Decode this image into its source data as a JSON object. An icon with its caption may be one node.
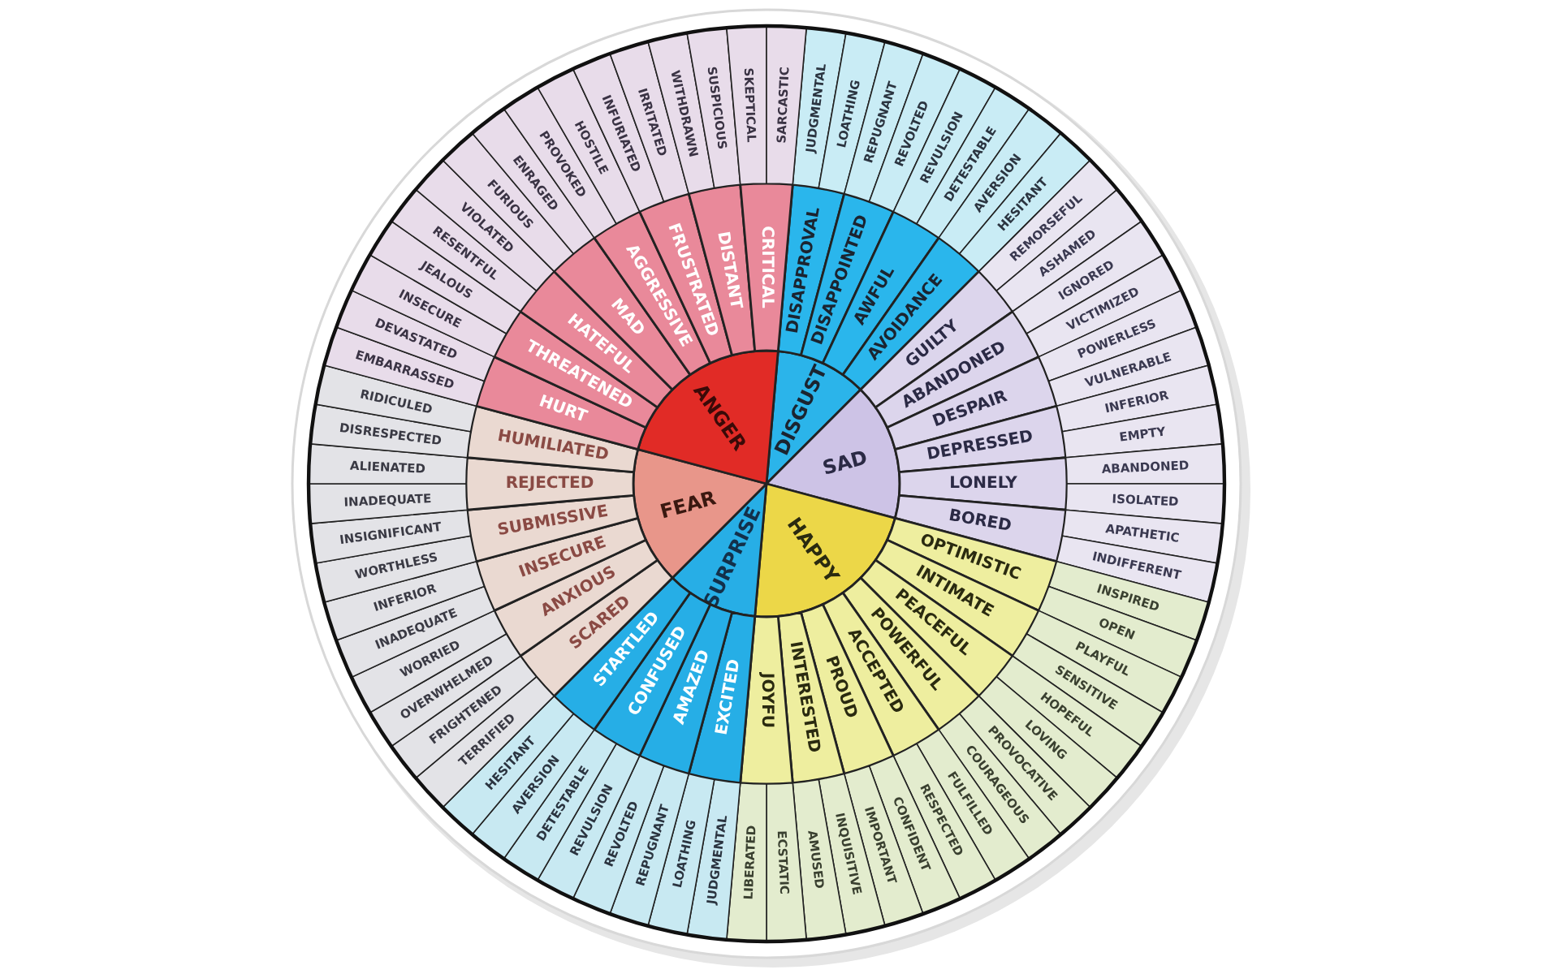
{
  "diagram": {
    "nodes": [
      {
        "text": [
          "DISGUST"
        ]
      },
      {
        "text": [
          "SAD"
        ]
      },
      {
        "text": [
          "HAPPY"
        ]
      },
      {
        "text": [
          "SURPRISE"
        ]
      },
      {
        "text": [
          "FEAR"
        ]
      },
      {
        "text": [
          "ANGER"
        ]
      },
      {
        "text": [
          "DISAPPROVAL"
        ]
      },
      {
        "text": [
          "DISAPPOINTED"
        ]
      },
      {
        "text": [
          "AWFUL"
        ]
      },
      {
        "text": [
          "AVOIDANCE"
        ]
      },
      {
        "text": [
          "GUILTY"
        ]
      },
      {
        "text": [
          "ABANDONED"
        ]
      },
      {
        "text": [
          "DESPAIR"
        ]
      },
      {
        "text": [
          "DEPRESSED"
        ]
      },
      {
        "text": [
          "LONELY"
        ]
      },
      {
        "text": [
          "BORED"
        ]
      },
      {
        "text": [
          "OPTIMISTIC"
        ]
      },
      {
        "text": [
          "INTIMATE"
        ]
      },
      {
        "text": [
          "PEACEFUL"
        ]
      },
      {
        "text": [
          "POWERFUL"
        ]
      },
      {
        "text": [
          "ACCEPTED"
        ]
      },
      {
        "text": [
          "PROUD"
        ]
      },
      {
        "text": [
          "INTERESTED"
        ]
      },
      {
        "text": [
          "JOYFU"
        ]
      },
      {
        "text": [
          "EXCITED"
        ]
      },
      {
        "text": [
          "AMAZED"
        ]
      },
      {
        "text": [
          "CONFUSED"
        ]
      },
      {
        "text": [
          "STARTLED"
        ]
      },
      {
        "text": [
          "SCARED"
        ]
      },
      {
        "text": [
          "ANXIOUS"
        ]
      },
      {
        "text": [
          "INSECURE"
        ]
      },
      {
        "text": [
          "SUBMISSIVE"
        ]
      },
      {
        "text": [
          "REJECTED"
        ]
      },
      {
        "text": [
          "HUMILIATED"
        ]
      },
      {
        "text": [
          "HURT"
        ]
      },
      {
        "text": [
          "THREATENED"
        ]
      },
      {
        "text": [
          "HATEFUL"
        ]
      },
      {
        "text": [
          "MAD"
        ]
      },
      {
        "text": [
          "AGGRESSIVE"
        ]
      },
      {
        "text": [
          "FRUSTRATED"
        ]
      },
      {
        "text": [
          "DISTANT"
        ]
      },
      {
        "text": [
          "CRITICAL"
        ]
      },
      {
        "text": [
          "JUDGMENTAL"
        ]
      },
      {
        "text": [
          "LOATHING"
        ]
      },
      {
        "text": [
          "REPUGNANT"
        ]
      },
      {
        "text": [
          "REVOLTED"
        ]
      },
      {
        "text": [
          "REVULSION"
        ]
      },
      {
        "text": [
          "DETESTABLE"
        ]
      },
      {
        "text": [
          "AVERSION"
        ]
      },
      {
        "text": [
          "HESITANT"
        ]
      },
      {
        "text": [
          "REMORSEFUL"
        ]
      },
      {
        "text": [
          "ASHAMED"
        ]
      },
      {
        "text": [
          "IGNORED"
        ]
      },
      {
        "text": [
          "VICTIMIZED"
        ]
      },
      {
        "text": [
          "POWERLESS"
        ]
      },
      {
        "text": [
          "VULNERABLE"
        ]
      },
      {
        "text": [
          "INFERIOR"
        ]
      },
      {
        "text": [
          "EMPTY"
        ]
      },
      {
        "text": [
          "ABANDONED"
        ]
      },
      {
        "text": [
          "ISOLATED"
        ]
      },
      {
        "text": [
          "APATHETIC"
        ]
      },
      {
        "text": [
          "INDIFFERENT"
        ]
      },
      {
        "text": [
          "INSPIRED"
        ]
      },
      {
        "text": [
          "OPEN"
        ]
      },
      {
        "text": [
          "PLAYFUL"
        ]
      },
      {
        "text": [
          "SENSITIVE"
        ]
      },
      {
        "text": [
          "HOPEFUL"
        ]
      },
      {
        "text": [
          "LOVING"
        ]
      },
      {
        "text": [
          "PROVOCATIVE"
        ]
      },
      {
        "text": [
          "COURAGEOUS"
        ]
      },
      {
        "text": [
          "FULFILLED"
        ]
      },
      {
        "text": [
          "RESPECTED"
        ]
      },
      {
        "text": [
          "CONFIDENT"
        ]
      },
      {
        "text": [
          "IMPORTANT"
        ]
      },
      {
        "text": [
          "INQUISITIVE"
        ]
      },
      {
        "text": [
          "AMUSED"
        ]
      },
      {
        "text": [
          "ECSTATIC"
        ]
      },
      {
        "text": [
          "LIBERATED"
        ]
      },
      {
        "text": [
          "JUDGMENTAL"
        ]
      },
      {
        "text": [
          "LOATHING"
        ]
      },
      {
        "text": [
          "REPUGNANT"
        ]
      },
      {
        "text": [
          "REVOLTED"
        ]
      },
      {
        "text": [
          "REVULSION"
        ]
      },
      {
        "text": [
          "DETESTABLE"
        ]
      },
      {
        "text": [
          "AVERSION"
        ]
      },
      {
        "text": [
          "HESITANT"
        ]
      },
      {
        "text": [
          "TERRIFIED"
        ]
      },
      {
        "text": [
          "FRIGHTENED"
        ]
      },
      {
        "text": [
          "OVERWHELMED"
        ]
      },
      {
        "text": [
          "WORRIED"
        ]
      },
      {
        "text": [
          "INADEQUATE"
        ]
      },
      {
        "text": [
          "INFERIOR"
        ]
      },
      {
        "text": [
          "WORTHLESS"
        ]
      },
      {
        "text": [
          "INSIGNIFICANT"
        ]
      },
      {
        "text": [
          "INADEQUATE"
        ]
      },
      {
        "text": [
          "ALIENATED"
        ]
      },
      {
        "text": [
          "DISRESPECTED"
        ]
      },
      {
        "text": [
          "RIDICULED"
        ]
      },
      {
        "text": [
          "EMBARRASSED"
        ]
      },
      {
        "text": [
          "DEVASTATED"
        ]
      },
      {
        "text": [
          "INSECURE"
        ]
      },
      {
        "text": [
          "JEALOUS"
        ]
      },
      {
        "text": [
          "RESENTFUL"
        ]
      },
      {
        "text": [
          "VIOLATED"
        ]
      },
      {
        "text": [
          "FURIOUS"
        ]
      },
      {
        "text": [
          "ENRAGED"
        ]
      },
      {
        "text": [
          "PROVOKED"
        ]
      },
      {
        "text": [
          "HOSTILE"
        ]
      },
      {
        "text": [
          "INFURIATED"
        ]
      },
      {
        "text": [
          "IRRITATED"
        ]
      },
      {
        "text": [
          "WITHDRAWN"
        ]
      },
      {
        "text": [
          "SUSPICIOUS"
        ]
      },
      {
        "text": [
          "SKEPTICAL"
        ]
      },
      {
        "text": [
          "SARCASTIC"
        ]
      }
    ]
  }
}
